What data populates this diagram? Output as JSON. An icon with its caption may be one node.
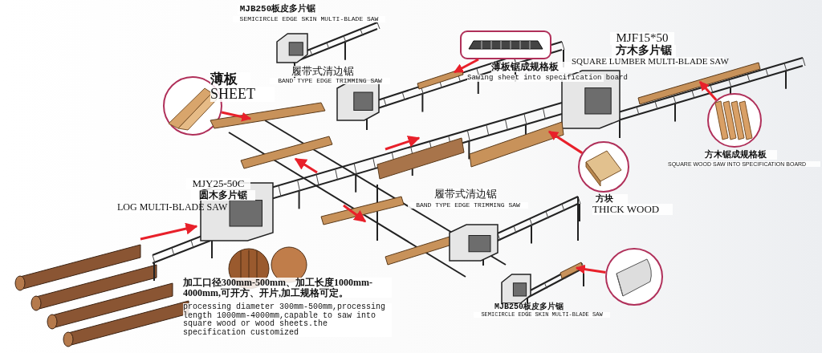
{
  "diagram": {
    "nodes": [
      {
        "text": [
          "薄板",
          "SHEET"
        ]
      },
      {
        "text": [
          "薄板锯成规格板",
          "Sawing sheet into specification board"
        ]
      },
      {
        "text": [
          "方木锯成规格板",
          "SQUARE WOOD SAW INTO SPECIFICATION BOARD"
        ]
      },
      {
        "text": [
          "方块",
          "THICK WOOD"
        ]
      },
      {
        "text": [],
        "shape": "picture"
      },
      {
        "text": [],
        "shape": "bar"
      },
      {
        "text": [],
        "shape": "bar"
      },
      {
        "text": [],
        "shape": "bar"
      },
      {
        "text": [],
        "shape": "bar"
      },
      {
        "text": [],
        "shape": "bar"
      }
    ],
    "edges": [
      {
        "from": 0,
        "to": 7,
        "arrow": "to"
      },
      {
        "from": 1,
        "to": 5,
        "arrow": "to"
      },
      {
        "from": 2,
        "to": 6,
        "arrow": "to"
      },
      {
        "from": 3,
        "to": 8,
        "arrow": "to"
      },
      {
        "from": 4,
        "to": 9,
        "arrow": "to"
      }
    ],
    "labels": [
      "MJB250板皮多片锯",
      "SEMICIRCLE EDGE SKIN MULTI-BLADE SAW",
      "履带式清边锯",
      "BAND TYPE EDGE TRIMMING SAW",
      "MJF15*50",
      "方木多片锯",
      "SQUARE LUMBER MULTI-BLADE SAW",
      "MJY25-50C",
      "圆木多片锯",
      "LOG MULTI-BLADE SAW",
      "履带式清边锯",
      "BAND TYPE EDGE TRIMMING SAW",
      "加工口径300mm-500mm、加工长度1000mm-4000mm,可开方、开片,加工规格可定。",
      "processing diameter 300mm-500mm,processing length 1000mm-4000mm,capable to saw into square wood or wood sheets.the specification customized",
      "MJB250板皮多片锯",
      "SEMICIRCLE EDGE SKIN MULTI-BLADE SAW"
    ]
  }
}
